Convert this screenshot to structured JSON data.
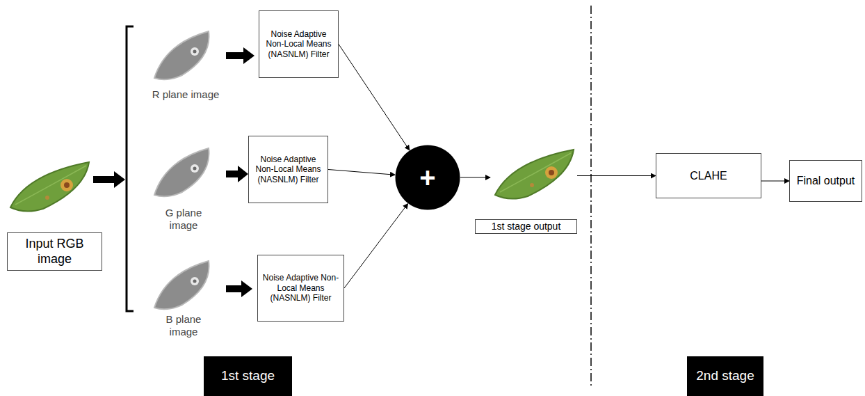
{
  "diagram": {
    "nodes": [
      {
        "text": [
          "Input RGB image"
        ]
      },
      {
        "text": [
          "Noise Adaptive Non-Local Means (NASNLM) Filter"
        ]
      },
      {
        "text": [
          "Noise Adaptive Non-Local Means (NASNLM) Filter"
        ]
      },
      {
        "text": [
          "Noise Adaptive Non-Local Means (NASNLM) Filter"
        ]
      },
      {
        "text": [
          "+"
        ]
      },
      {
        "text": [
          "1st stage output"
        ]
      },
      {
        "text": [
          "CLAHE"
        ]
      },
      {
        "text": [
          "Final output"
        ]
      },
      {
        "text": [
          "1st stage"
        ]
      },
      {
        "text": [
          "2nd stage"
        ]
      }
    ],
    "edges": [
      {
        "from": 1,
        "to": 4,
        "arrow": "to"
      },
      {
        "from": 2,
        "to": 4,
        "arrow": "to"
      },
      {
        "from": 3,
        "to": 4,
        "arrow": "to"
      },
      {
        "from": 4,
        "to": 5,
        "arrow": "to"
      },
      {
        "from": 5,
        "to": 6,
        "arrow": "to"
      },
      {
        "from": 6,
        "to": 7,
        "arrow": "to"
      }
    ],
    "labels": [
      "R plane image",
      "G plane image",
      "B plane image"
    ]
  }
}
